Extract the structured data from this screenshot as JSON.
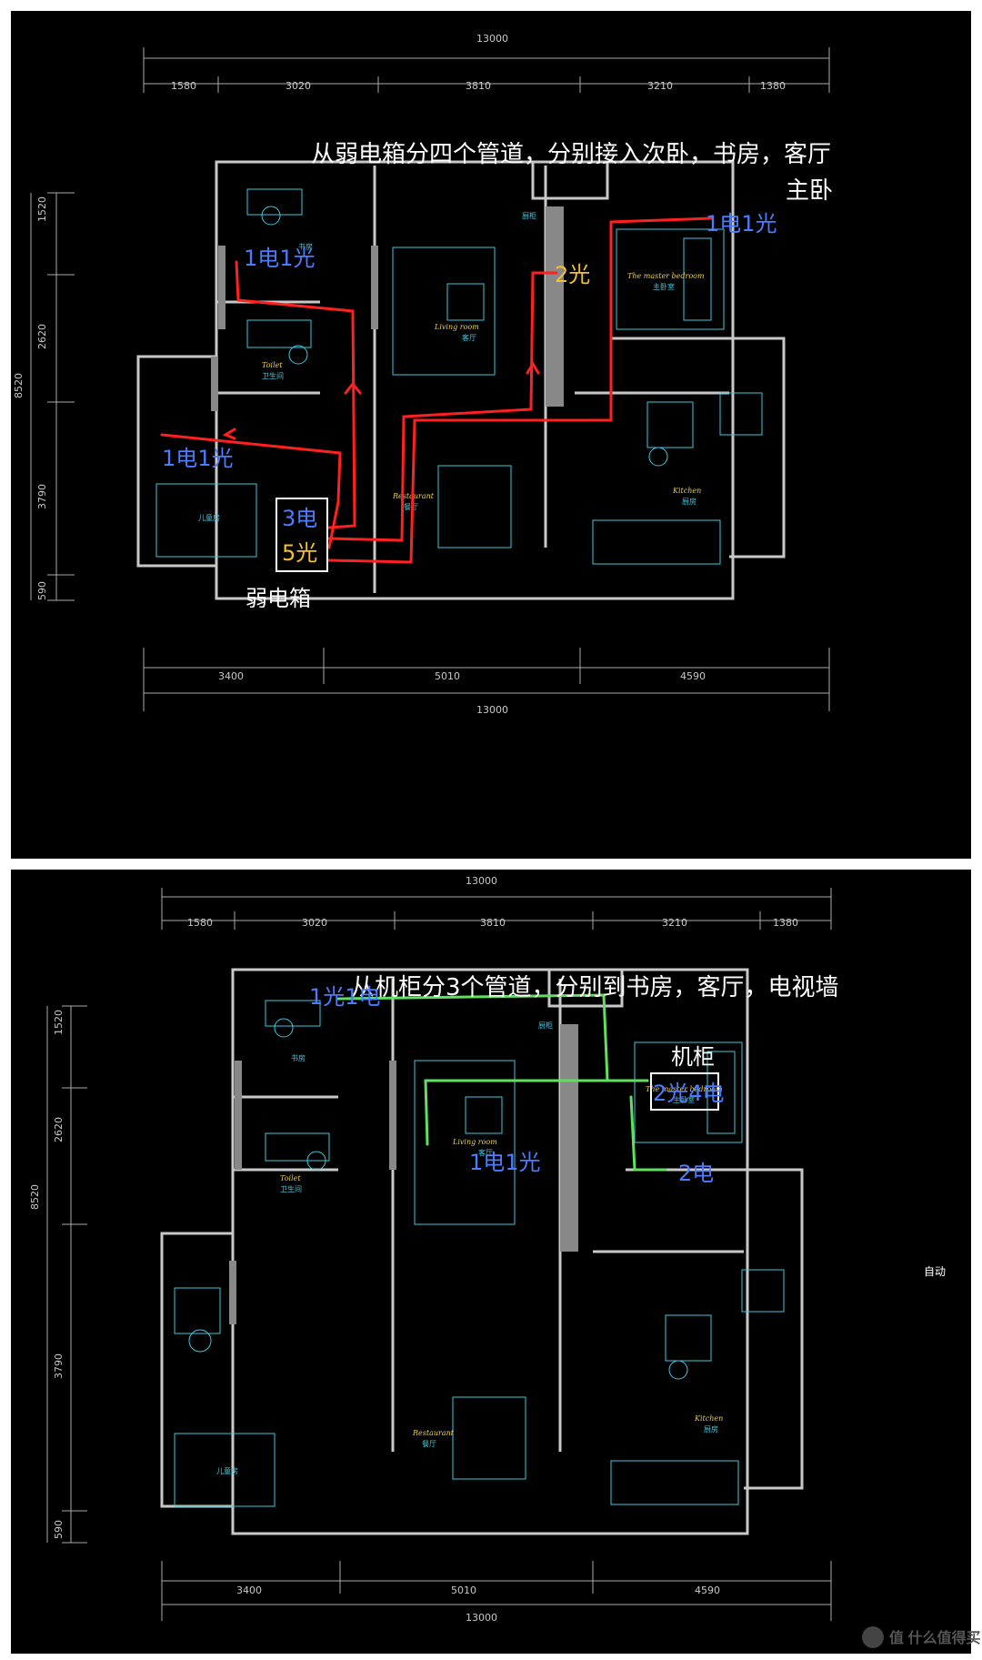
{
  "dims": {
    "total": "13000",
    "top_segments": [
      "1580",
      "3020",
      "3810",
      "3210",
      "1380"
    ],
    "bottom_segments": [
      "3400",
      "5010",
      "4590"
    ],
    "left_segments": [
      "1520",
      "2620",
      "3790",
      "590"
    ],
    "left_total": "8520"
  },
  "rooms": {
    "study": "书房",
    "bath": "Toilet",
    "bath_cn": "卫生间",
    "living": "Living room",
    "living_cn": "客厅",
    "master": "The master bedroom",
    "master_cn": "主卧室",
    "dining": "Restaurant",
    "dining_cn": "餐厅",
    "kitchen": "Kitchen",
    "kitchen_cn": "厨房",
    "kids": "儿童房",
    "fridge": "厨柜"
  },
  "top": {
    "note_line1": "从弱电箱分四个管道，分别接入次卧，书房，客厅",
    "note_line2": "主卧",
    "label_master": "1电1光",
    "label_living": "2光",
    "label_study": "1电1光",
    "label_kids": "1电1光",
    "box_line1": "3电",
    "box_line2": "5光",
    "box_caption": "弱电箱"
  },
  "bottom": {
    "note": "从机柜分3个管道，分别到书房，客厅，电视墙",
    "label_study": "1光1电",
    "cabinet_caption": "机柜",
    "cabinet_label": "2光4电",
    "label_living": "1电1光",
    "label_tvwall": "2电",
    "auto": "自动"
  },
  "watermark": "值 什么值得买",
  "colors": {
    "background": "#000000",
    "wall": "#c8c8c8",
    "cad_cyan": "#40c8e0",
    "red_route": "#ff2020",
    "green_route": "#60e060",
    "blue_note": "#4a7cff",
    "yellow_note": "#f5c030"
  }
}
